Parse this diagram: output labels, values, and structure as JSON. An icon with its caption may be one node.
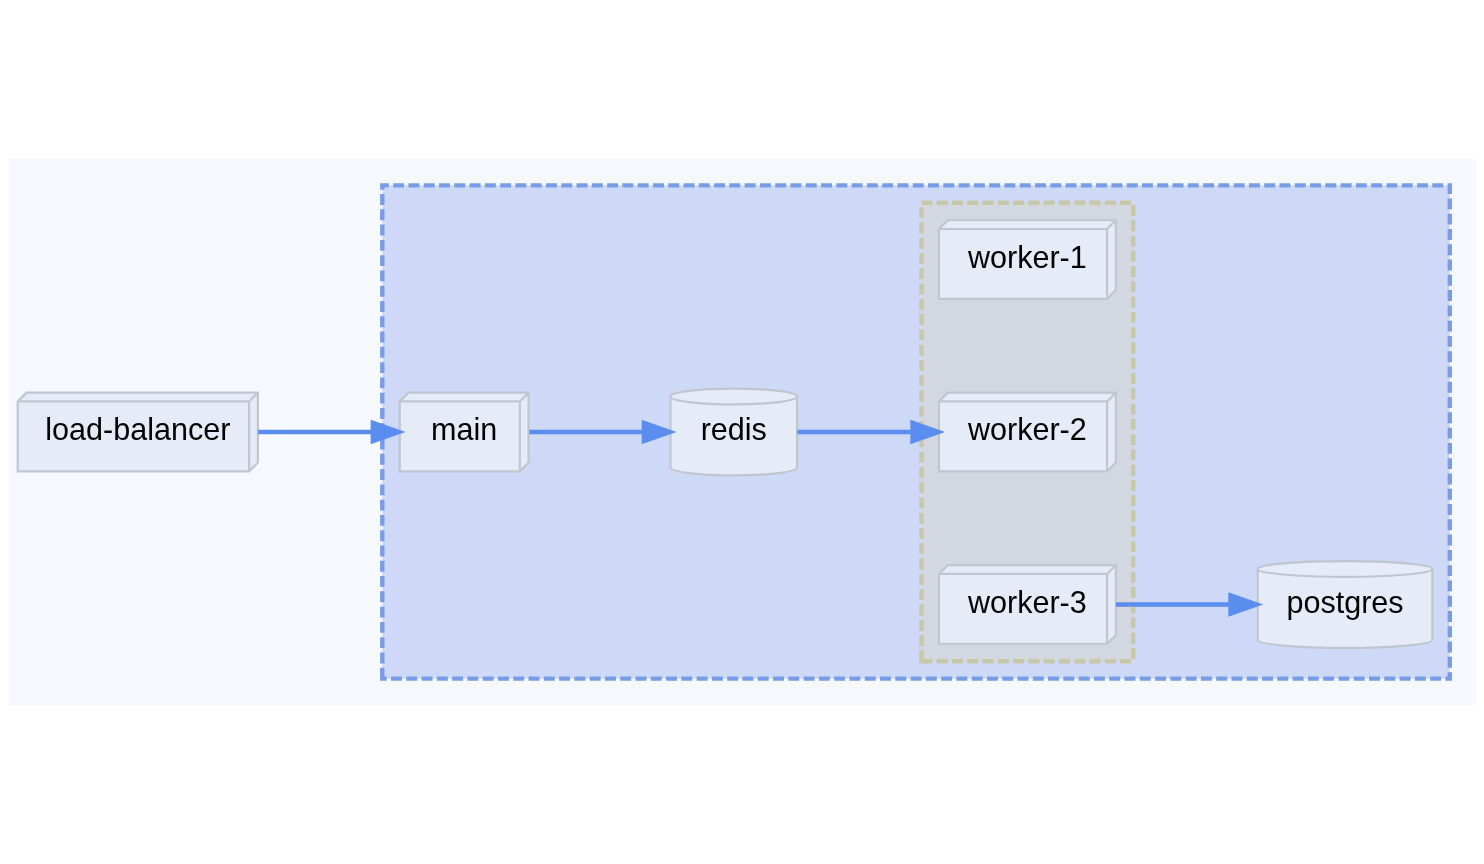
{
  "diagram": {
    "nodes": [
      {
        "text": [],
        "shape": "box"
      },
      {
        "text": [
          "redis"
        ],
        "in": 0
      },
      {
        "text": [
          "main"
        ],
        "in": 0
      },
      {
        "text": [
          "postgres"
        ],
        "in": 0
      },
      {
        "text": [
          "load-balancer"
        ]
      },
      {
        "text": [],
        "shape": "box",
        "in": 0
      },
      {
        "text": [
          "worker-1"
        ],
        "in": 5
      },
      {
        "text": [
          "worker-2"
        ],
        "in": 5
      },
      {
        "text": [
          "worker-3"
        ],
        "in": 5
      }
    ],
    "edges": [
      {
        "from": 4,
        "to": 2,
        "arrow": "to"
      },
      {
        "from": 2,
        "to": 1,
        "arrow": "to"
      },
      {
        "from": 1,
        "to": 7,
        "arrow": "to"
      },
      {
        "from": 8,
        "to": 3,
        "arrow": "to"
      }
    ]
  }
}
